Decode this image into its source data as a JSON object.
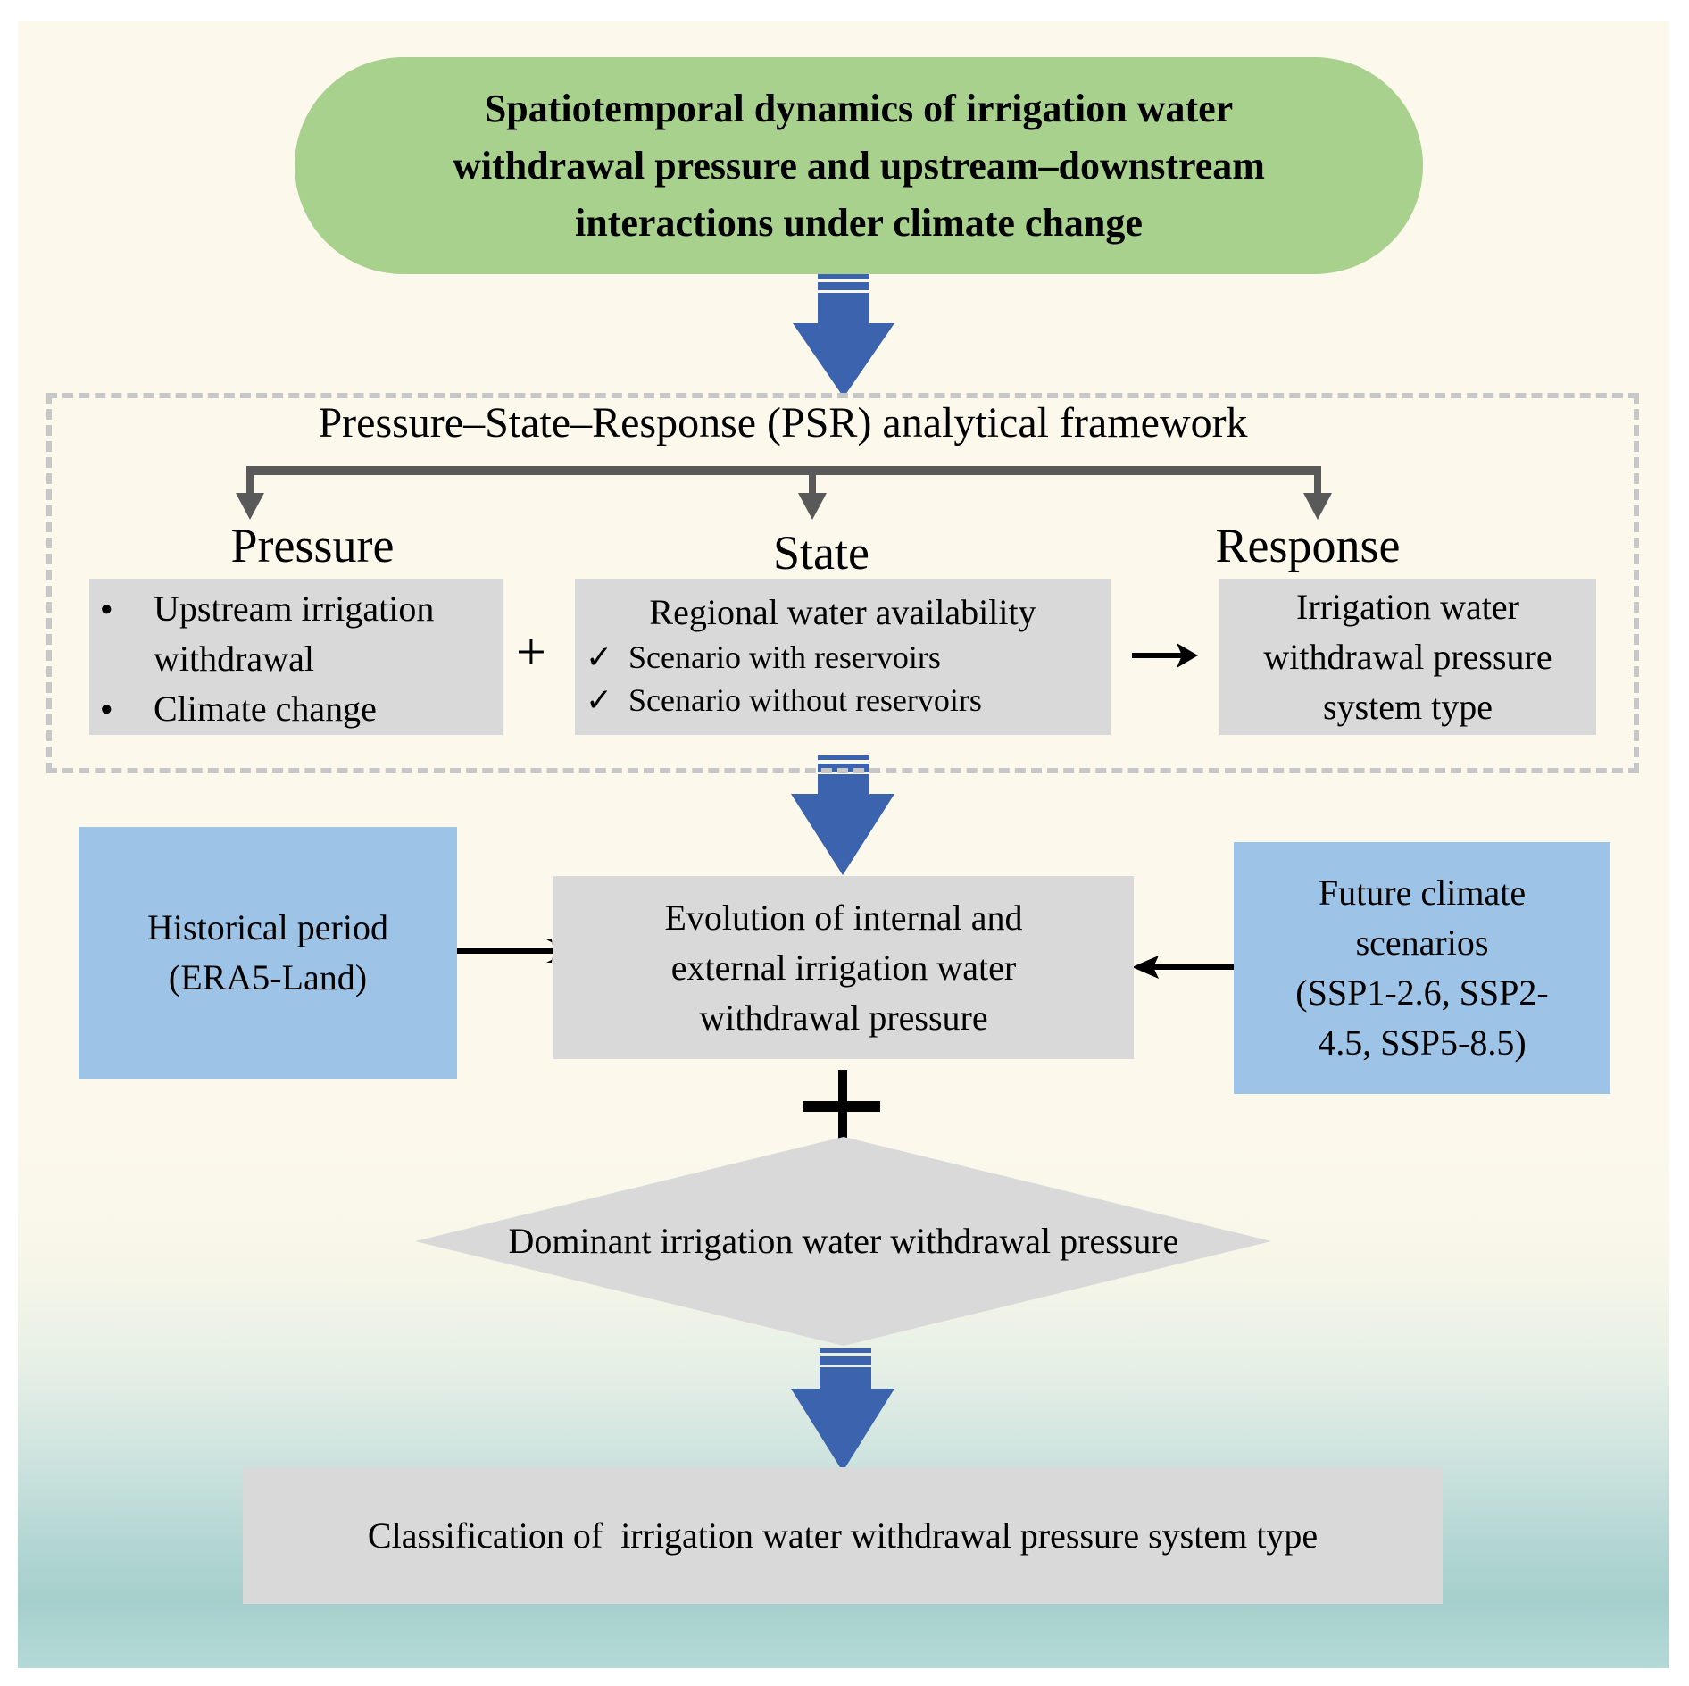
{
  "title": "Spatiotemporal dynamics of irrigation water\nwithdrawal pressure and upstream–downstream\ninteractions under climate change",
  "framework": {
    "title": "Pressure–State–Response (PSR) analytical framework",
    "pressure": {
      "heading": "Pressure",
      "items": [
        "Upstream irrigation withdrawal",
        "Climate change"
      ]
    },
    "state": {
      "heading": "State",
      "subtitle": "Regional water availability",
      "items": [
        "Scenario with reservoirs",
        "Scenario without reservoirs"
      ]
    },
    "response": {
      "heading": "Response",
      "text": "Irrigation water\nwithdrawal pressure\nsystem type"
    },
    "plus_symbol": "+",
    "arrow_symbol": "→"
  },
  "inputs": {
    "historical": "Historical period\n(ERA5-Land)",
    "future": "Future climate\nscenarios\n(SSP1-2.6, SSP2-\n4.5, SSP5-8.5)"
  },
  "evolution": "Evolution of internal and\nexternal irrigation water\nwithdrawal pressure",
  "dominant": "Dominant irrigation water withdrawal pressure",
  "classification": "Classification of  irrigation water withdrawal pressure system type",
  "colors": {
    "title_fill": "#a9d18e",
    "box_gray": "#d9d9d9",
    "box_blue": "#9dc3e6",
    "arrow_blue": "#3c63ae",
    "connector_gray": "#595959"
  }
}
